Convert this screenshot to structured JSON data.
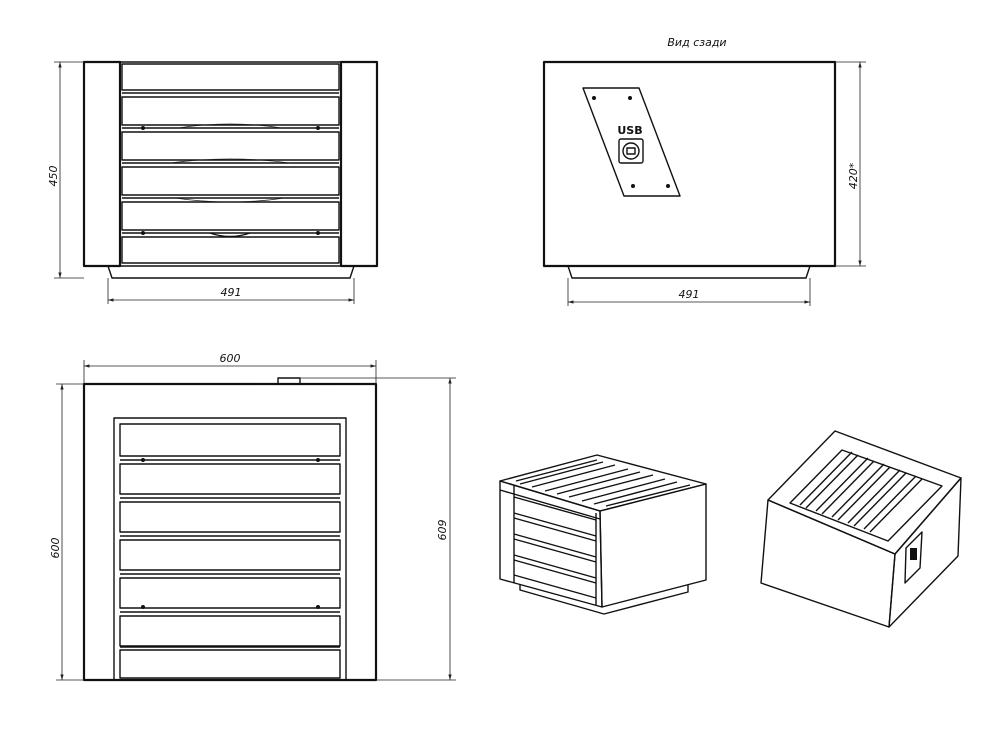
{
  "views": {
    "front_side": {
      "height_label": "450",
      "width_label": "491"
    },
    "rear": {
      "caption": "Вид сзади",
      "height_label": "420*",
      "width_label": "491",
      "port_label": "USB"
    },
    "top": {
      "width_label": "600",
      "height_label": "600",
      "depth_label": "609"
    },
    "iso_front": {},
    "iso_rear": {}
  }
}
